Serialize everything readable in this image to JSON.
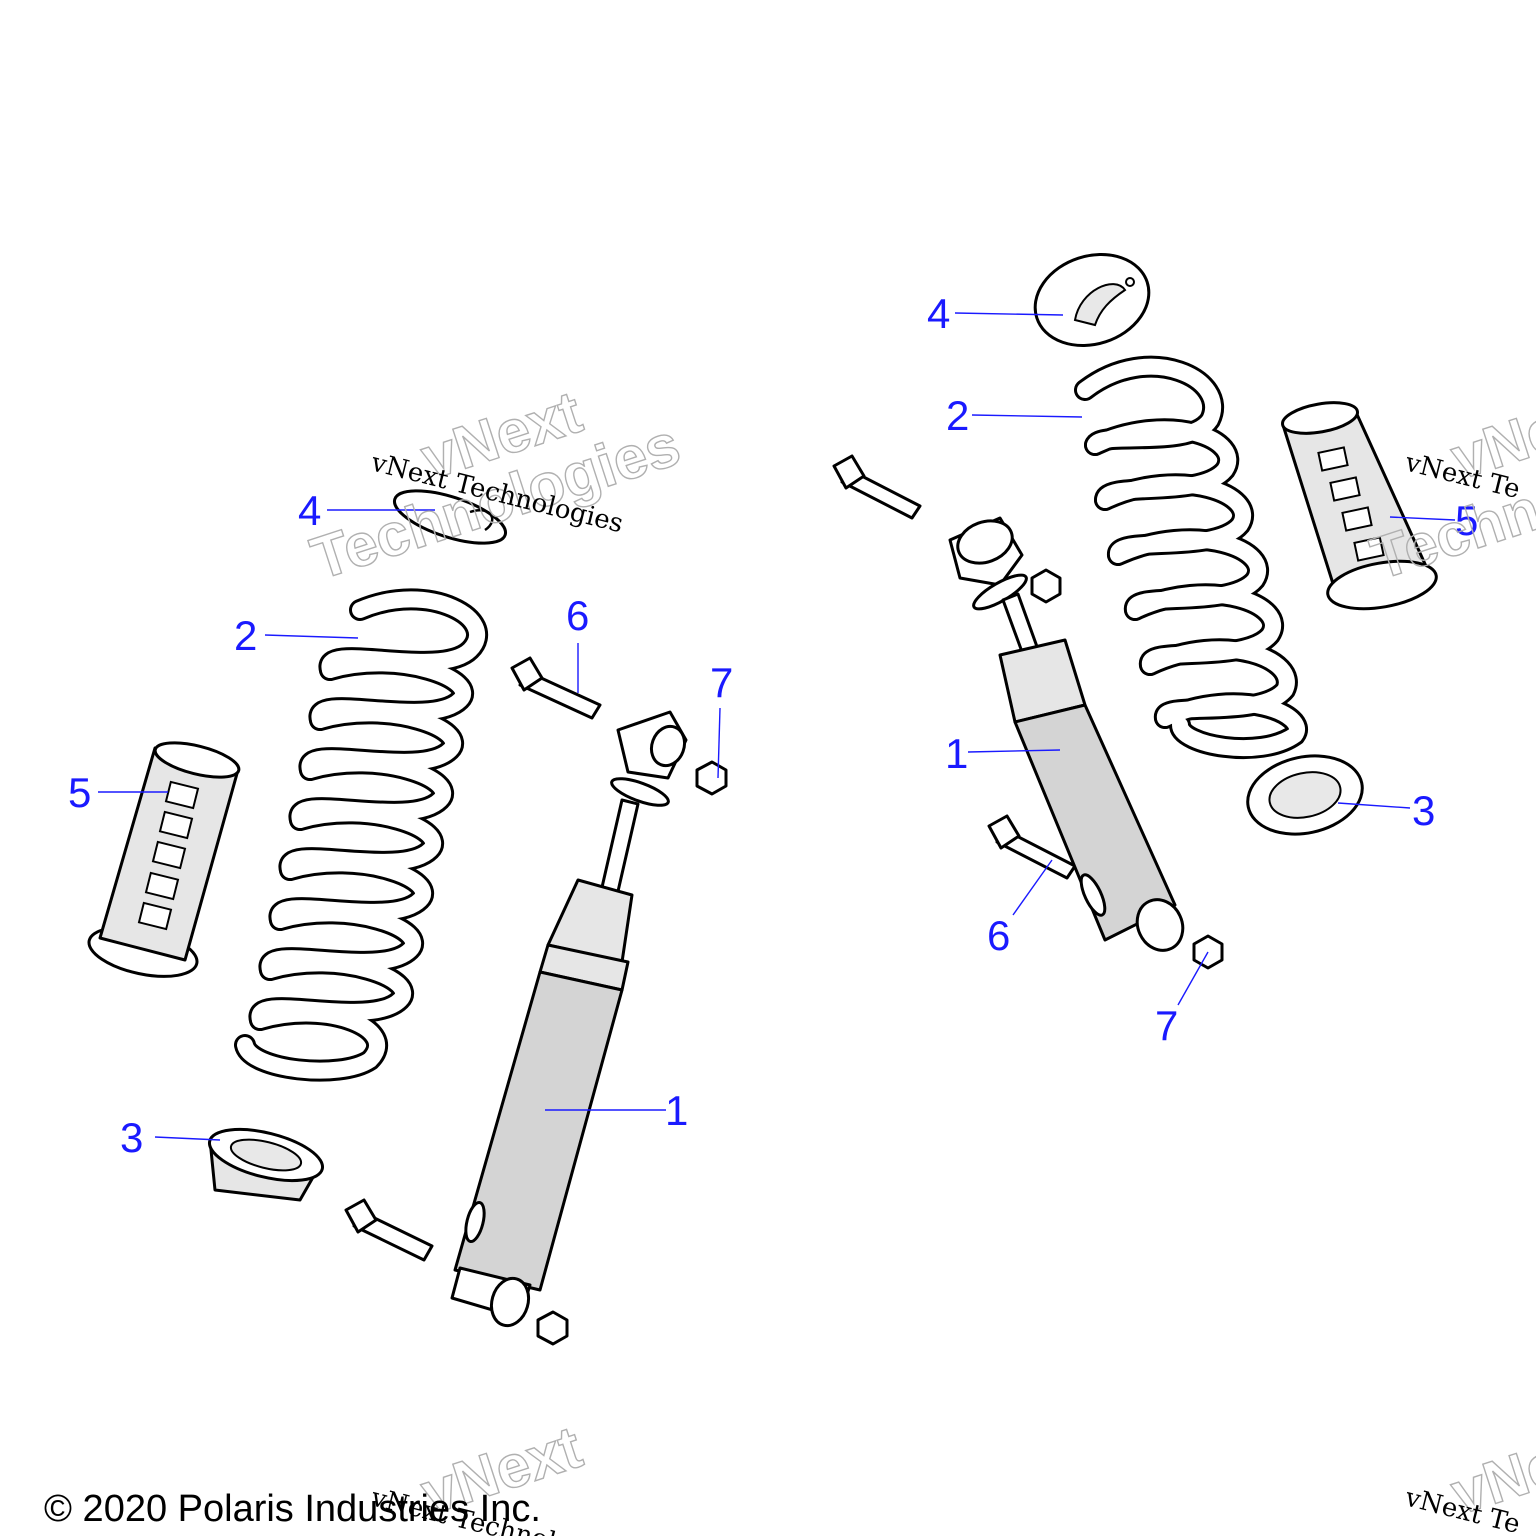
{
  "diagram": {
    "callouts": {
      "left": {
        "part1": "1",
        "part2": "2",
        "part3": "3",
        "part4": "4",
        "part5": "5",
        "part6": "6",
        "part7": "7"
      },
      "right": {
        "part1": "1",
        "part2": "2",
        "part3": "3",
        "part4": "4",
        "part5": "5",
        "part6": "6",
        "part7": "7"
      }
    },
    "watermark": {
      "brand": "vNext",
      "word": "Technologies",
      "line": "vNext Technologies",
      "line_right": "vNext Te"
    },
    "colors": {
      "callout": "#1a1aff",
      "shock_body": "#d4d4d4"
    }
  },
  "footer": {
    "copyright": "© 2020 Polaris Industries Inc."
  }
}
